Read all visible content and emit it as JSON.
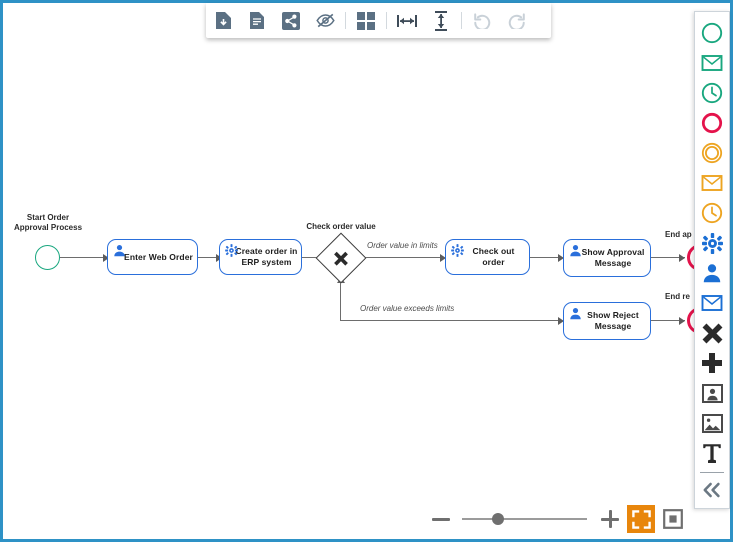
{
  "toolbar": {
    "buttons": [
      {
        "name": "save-download-icon",
        "title": "Save"
      },
      {
        "name": "document-icon",
        "title": "Document"
      },
      {
        "name": "share-icon",
        "title": "Share"
      },
      {
        "name": "eye-off-icon",
        "title": "Hide"
      },
      {
        "name": "grid-layout-icon",
        "title": "Layout"
      },
      {
        "name": "distribute-horizontal-icon",
        "title": "Distribute horizontally"
      },
      {
        "name": "distribute-vertical-icon",
        "title": "Distribute vertically"
      },
      {
        "name": "undo-icon",
        "title": "Undo"
      },
      {
        "name": "redo-icon",
        "title": "Redo"
      }
    ]
  },
  "palette": {
    "items": [
      {
        "name": "start-event-none-icon",
        "label": "Start Event"
      },
      {
        "name": "start-event-message-icon",
        "label": "Message Start Event"
      },
      {
        "name": "start-event-timer-icon",
        "label": "Timer Start Event"
      },
      {
        "name": "end-event-none-icon",
        "label": "End Event"
      },
      {
        "name": "intermediate-event-icon",
        "label": "Intermediate Event"
      },
      {
        "name": "intermediate-message-event-icon",
        "label": "Message Intermediate Event"
      },
      {
        "name": "intermediate-timer-event-icon",
        "label": "Timer Intermediate Event"
      },
      {
        "name": "service-task-icon",
        "label": "Service Task"
      },
      {
        "name": "user-task-icon",
        "label": "User Task"
      },
      {
        "name": "send-task-icon",
        "label": "Send Task"
      },
      {
        "name": "exclusive-gateway-icon",
        "label": "Exclusive Gateway"
      },
      {
        "name": "parallel-gateway-icon",
        "label": "Parallel Gateway"
      },
      {
        "name": "pool-icon",
        "label": "Pool"
      },
      {
        "name": "image-icon",
        "label": "Image"
      },
      {
        "name": "text-annotation-icon",
        "label": "Text Annotation"
      },
      {
        "name": "collapse-palette-icon",
        "label": "«"
      }
    ]
  },
  "diagram": {
    "nodes": [
      {
        "id": "start",
        "type": "start-event",
        "label": "Start Order\nApproval Process"
      },
      {
        "id": "task1",
        "type": "user-task",
        "label": "Enter Web Order"
      },
      {
        "id": "task2",
        "type": "service-task",
        "label": "Create order in\nERP system"
      },
      {
        "id": "gateway",
        "type": "exclusive-gateway",
        "label": "Check order value"
      },
      {
        "id": "task3",
        "type": "service-task",
        "label": "Check out order"
      },
      {
        "id": "task4",
        "type": "user-task",
        "label": "Show Approval\nMessage"
      },
      {
        "id": "task5",
        "type": "user-task",
        "label": "Show Reject\nMessage"
      },
      {
        "id": "end1",
        "type": "end-event",
        "label": "End ap"
      },
      {
        "id": "end2",
        "type": "end-event",
        "label": "End re"
      }
    ],
    "flows": [
      {
        "id": "flow-in-limits",
        "label": "Order value in limits"
      },
      {
        "id": "flow-exceeds-limits",
        "label": "Order value exceeds limits"
      }
    ]
  },
  "zoom": {
    "minus_label": "−",
    "plus_label": "+",
    "fit_label": "Fit to screen",
    "actual_label": "Actual size"
  },
  "colors": {
    "frame_blue": "#2e92c6",
    "task_border": "#2a6fdb",
    "start_green": "#19a77f",
    "end_red": "#e4134b",
    "intermediate_orange": "#eda421",
    "toolbar_icon": "#5b7083",
    "accent_orange": "#e8860c"
  }
}
